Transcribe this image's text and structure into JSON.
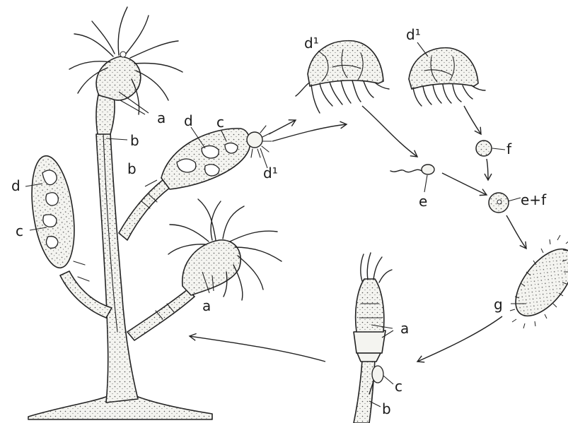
{
  "labels": {
    "a1": "a",
    "b1": "b",
    "c1": "c",
    "d1": "d",
    "d_sup1": "d¹",
    "b2": "b",
    "d2": "d",
    "c2": "c",
    "a2": "a",
    "d_sup2": "d¹",
    "d_sup3": "d¹",
    "e": "e",
    "f": "f",
    "ef": "e+f",
    "g": "g",
    "a3": "a",
    "c3": "c",
    "b3": "b"
  }
}
